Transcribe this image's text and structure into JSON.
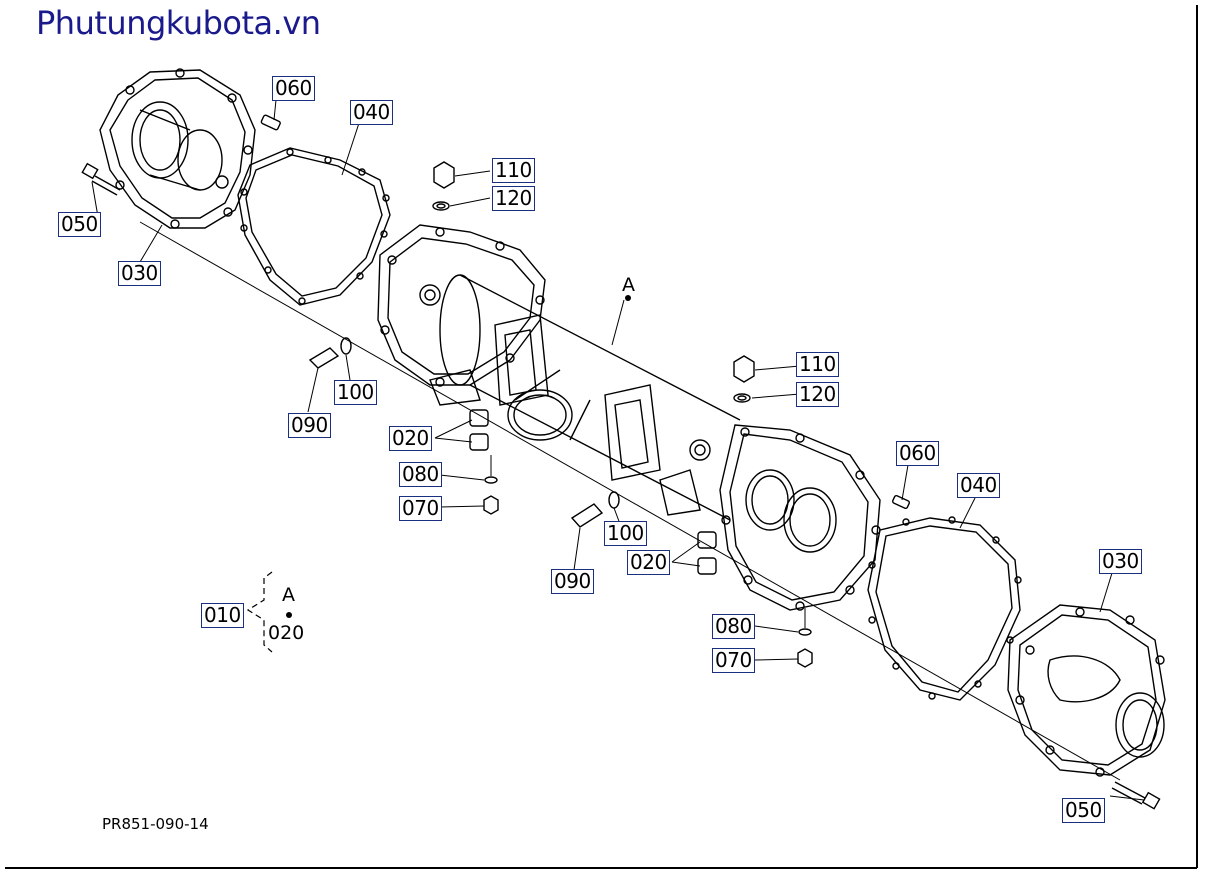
{
  "watermark": "Phutungkubota.vn",
  "drawing_code": "PR851-090-14",
  "ref_point": "A",
  "parts": {
    "p010": "010",
    "p020": "020",
    "p030": "030",
    "p040": "040",
    "p050": "050",
    "p060": "060",
    "p070": "070",
    "p080": "080",
    "p090": "090",
    "p100": "100",
    "p110": "110",
    "p120": "120"
  },
  "colors": {
    "tag_border": "#1a2f80",
    "brand": "#1a1a8c",
    "line": "#000000"
  }
}
